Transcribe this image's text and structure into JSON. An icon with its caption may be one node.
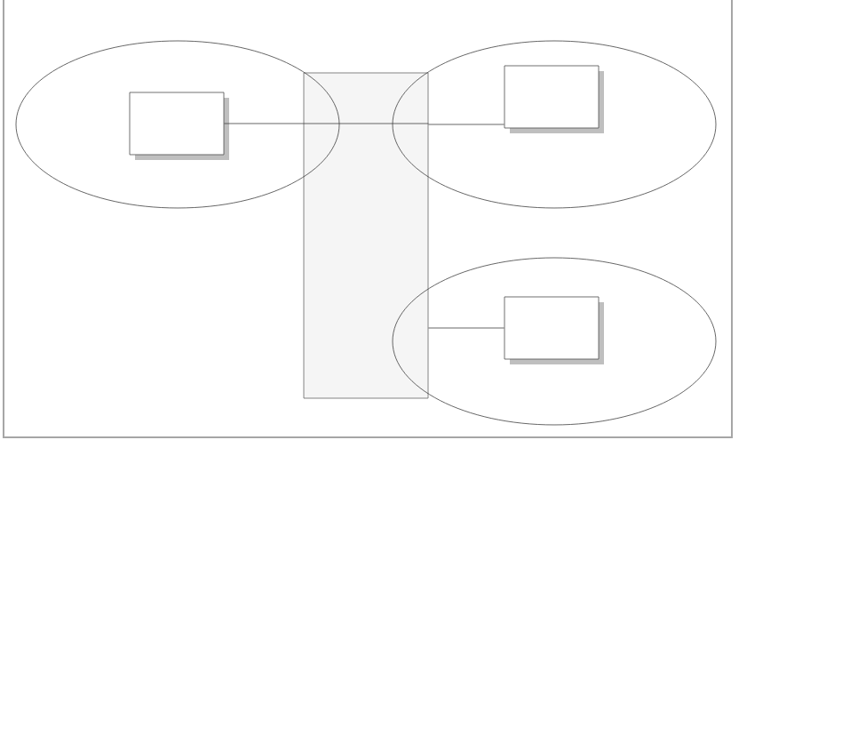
{
  "diagram": {
    "nodes": [
      {
        "text": [],
        "shape": "ellipse"
      },
      {
        "text": [],
        "shape": "box",
        "in": 0
      },
      {
        "text": [],
        "shape": "bar"
      },
      {
        "text": [],
        "shape": "ellipse"
      },
      {
        "text": [],
        "shape": "box",
        "in": 3
      },
      {
        "text": [],
        "shape": "ellipse"
      },
      {
        "text": [],
        "shape": "box",
        "in": 5
      }
    ],
    "edges": [
      {
        "from": 1,
        "to": 2,
        "arrow": "none"
      },
      {
        "from": 2,
        "to": 4,
        "arrow": "none"
      },
      {
        "from": 6,
        "to": 2,
        "arrow": "none"
      }
    ]
  }
}
